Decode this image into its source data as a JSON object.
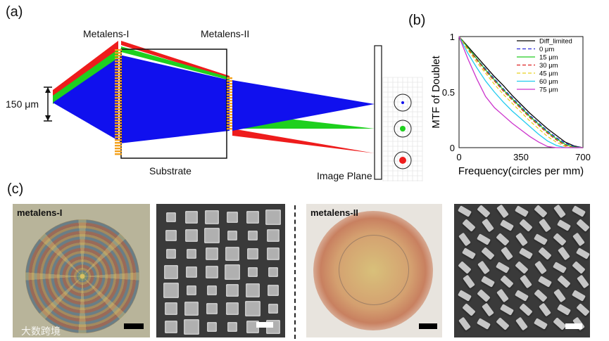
{
  "panels": {
    "a": "(a)",
    "b": "(b)",
    "c": "(c)"
  },
  "schematic": {
    "metalens1": "Metalens-I",
    "metalens2": "Metalens-II",
    "substrate": "Substrate",
    "image_plane": "Image Plane",
    "aperture": "150 μm",
    "colors": {
      "red": "#ee1c1c",
      "green": "#1ed01e",
      "blue": "#1010ee",
      "lens": "#f4a11a"
    }
  },
  "chart_data": {
    "type": "line",
    "xlabel": "Frequency(circles per mm)",
    "ylabel": "MTF of Doublet",
    "xlim": [
      0,
      700
    ],
    "ylim": [
      0,
      1
    ],
    "xticks": [
      "0",
      "350",
      "700"
    ],
    "yticks": [
      "0",
      "0.5",
      "1"
    ],
    "legend_position": "top-right",
    "x": [
      0,
      50,
      100,
      150,
      200,
      250,
      300,
      350,
      400,
      450,
      500,
      550,
      600,
      650,
      700
    ],
    "series": [
      {
        "name": "Diff_limited",
        "color": "#000000",
        "dash": "solid",
        "values": [
          1.0,
          0.91,
          0.82,
          0.73,
          0.64,
          0.56,
          0.47,
          0.39,
          0.31,
          0.24,
          0.17,
          0.11,
          0.05,
          0.015,
          0.0
        ]
      },
      {
        "name": "0 μm",
        "color": "#2b2bdb",
        "dash": "dashed",
        "values": [
          1.0,
          0.9,
          0.8,
          0.71,
          0.62,
          0.53,
          0.45,
          0.37,
          0.29,
          0.22,
          0.15,
          0.09,
          0.04,
          0.01,
          0.0
        ]
      },
      {
        "name": "15 μm",
        "color": "#22cc22",
        "dash": "solid",
        "values": [
          1.0,
          0.9,
          0.8,
          0.7,
          0.61,
          0.52,
          0.44,
          0.36,
          0.28,
          0.21,
          0.14,
          0.08,
          0.03,
          0.005,
          0.0
        ]
      },
      {
        "name": "30 μm",
        "color": "#dd2222",
        "dash": "dashed",
        "values": [
          1.0,
          0.89,
          0.79,
          0.69,
          0.6,
          0.51,
          0.43,
          0.35,
          0.27,
          0.2,
          0.13,
          0.07,
          0.02,
          0.0,
          0.0
        ]
      },
      {
        "name": "45 μm",
        "color": "#e8d020",
        "dash": "dashed",
        "values": [
          1.0,
          0.88,
          0.77,
          0.67,
          0.57,
          0.48,
          0.4,
          0.32,
          0.24,
          0.17,
          0.1,
          0.05,
          0.01,
          0.0,
          0.0
        ]
      },
      {
        "name": "60 μm",
        "color": "#22ccee",
        "dash": "solid",
        "values": [
          1.0,
          0.85,
          0.72,
          0.6,
          0.5,
          0.41,
          0.33,
          0.26,
          0.19,
          0.12,
          0.06,
          0.02,
          0.0,
          0.0,
          0.0
        ]
      },
      {
        "name": "75 μm",
        "color": "#cc33cc",
        "dash": "solid",
        "values": [
          1.0,
          0.8,
          0.62,
          0.46,
          0.36,
          0.29,
          0.22,
          0.16,
          0.1,
          0.05,
          0.01,
          0.0,
          0.0,
          0.0,
          0.0
        ]
      }
    ]
  },
  "micrographs": {
    "left_label": "metalens-I",
    "right_label": "metalens-II"
  },
  "watermark": "大数跨境"
}
